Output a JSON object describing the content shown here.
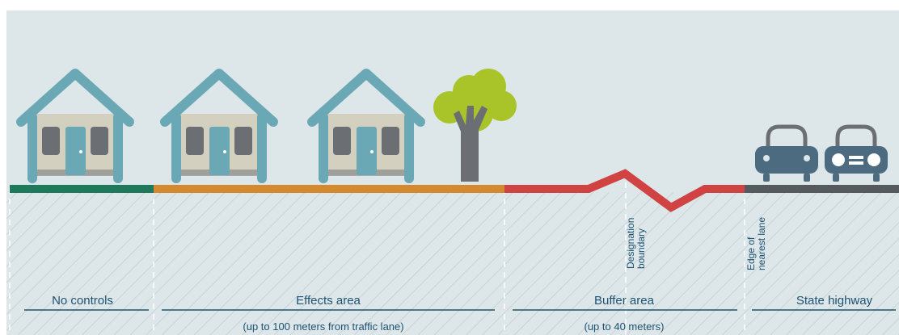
{
  "zones": [
    {
      "label": "No controls",
      "sublabel": ""
    },
    {
      "label": "Effects area",
      "sublabel": "(up to 100 meters from traffic lane)"
    },
    {
      "label": "Buffer area",
      "sublabel": "(up to 40 meters)"
    },
    {
      "label": "State highway",
      "sublabel": ""
    }
  ],
  "markers": {
    "designation_boundary": [
      "Designation",
      "boundary"
    ],
    "edge_of_nearest_lane": [
      "Edge of",
      "nearest lane"
    ]
  },
  "colors": {
    "sky": "#dde6e8",
    "ground_hatch": "#c9d3d6",
    "no_controls_line": "#1e7a5a",
    "effects_line": "#d4892e",
    "buffer_line": "#d14242",
    "highway_line": "#555a5e",
    "house_roof": "#6aa8b6",
    "house_wall": "#d3d0c0",
    "house_door": "#6aa8b6",
    "house_window": "#6b6f73",
    "tree_canopy": "#a9c428",
    "tree_trunk": "#6b6f73",
    "car_body": "#4c6a80",
    "label_text": "#1e5272"
  },
  "icons": [
    "house-icon",
    "house-icon",
    "house-icon",
    "tree-icon",
    "car-icon",
    "car-icon"
  ]
}
